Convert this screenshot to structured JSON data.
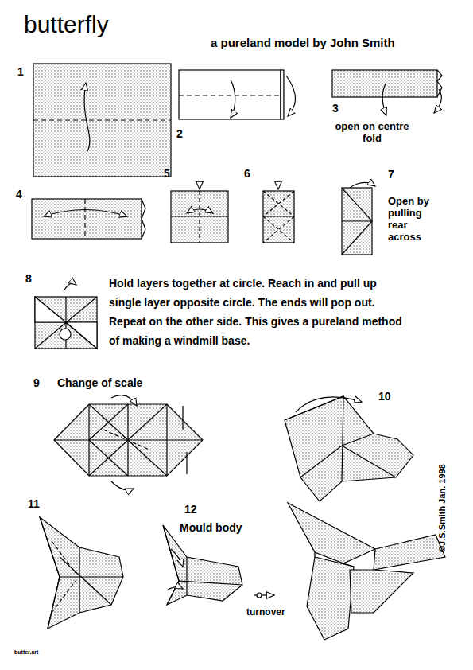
{
  "diagram": {
    "title": "butterfly",
    "labels": [
      "a pureland model by John Smith",
      "1",
      "2",
      "3",
      "open on centre fold",
      "4",
      "5",
      "6",
      "7",
      "Open by pulling rear across",
      "8",
      "Hold layers together at circle. Reach in and pull up single layer opposite circle. The ends will pop out. Repeat on the other side. This gives a pureland method of making a windmill base.",
      "9",
      "Change of scale",
      "10",
      "11",
      "12",
      "Mould body",
      "turnover",
      "©J.S.Smith Jan. 1998",
      "butter.art"
    ]
  }
}
